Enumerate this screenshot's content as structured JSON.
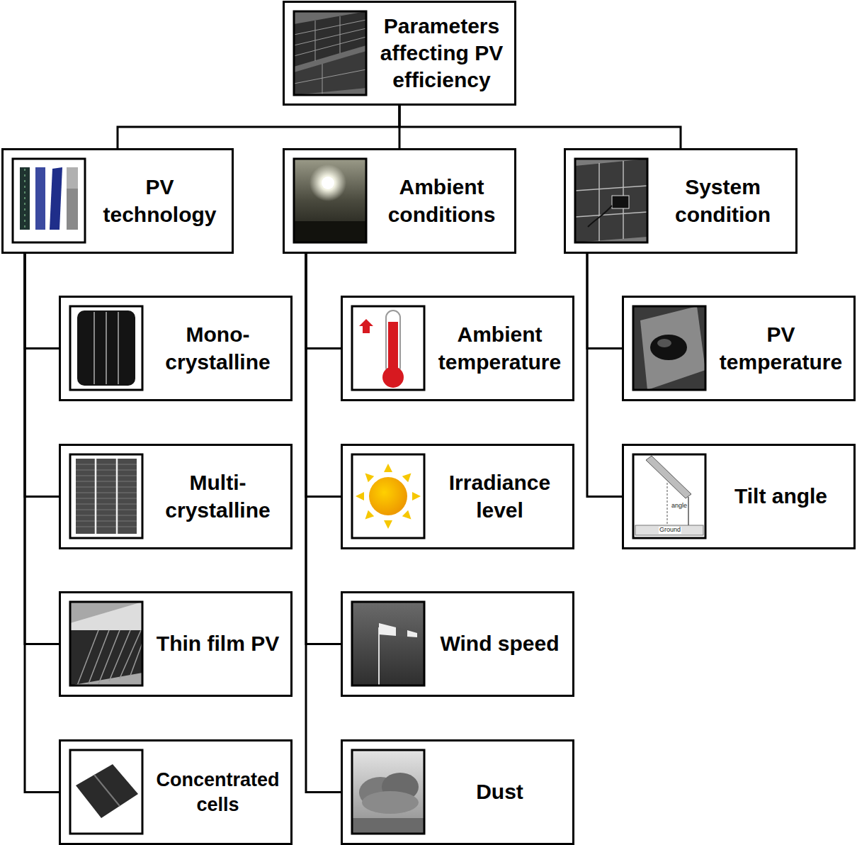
{
  "diagram": {
    "nodes": [
      {
        "text": [
          "Parameters affecting PV efficiency"
        ]
      },
      {
        "text": [
          "PV technology"
        ]
      },
      {
        "text": [
          "Ambient conditions"
        ]
      },
      {
        "text": [
          "System condition"
        ]
      },
      {
        "text": [
          "Mono- crystalline"
        ]
      },
      {
        "text": [
          "Multi- crystalline"
        ]
      },
      {
        "text": [
          "Thin film PV"
        ]
      },
      {
        "text": [
          "Concentrated cells"
        ]
      },
      {
        "text": [
          "Ambient temperature"
        ]
      },
      {
        "text": [
          "Irradiance level"
        ]
      },
      {
        "text": [
          "Wind speed"
        ]
      },
      {
        "text": [
          "Dust"
        ]
      },
      {
        "text": [
          "PV temperature"
        ]
      },
      {
        "text": [
          "Tilt angle"
        ]
      }
    ],
    "edges": [
      {
        "from": 0,
        "to": 1,
        "arrow": "none"
      },
      {
        "from": 0,
        "to": 2,
        "arrow": "none"
      },
      {
        "from": 0,
        "to": 3,
        "arrow": "none"
      },
      {
        "from": 1,
        "to": 4,
        "arrow": "none"
      },
      {
        "from": 1,
        "to": 5,
        "arrow": "none"
      },
      {
        "from": 1,
        "to": 6,
        "arrow": "none"
      },
      {
        "from": 1,
        "to": 7,
        "arrow": "none"
      },
      {
        "from": 2,
        "to": 8,
        "arrow": "none"
      },
      {
        "from": 2,
        "to": 9,
        "arrow": "none"
      },
      {
        "from": 2,
        "to": 10,
        "arrow": "none"
      },
      {
        "from": 2,
        "to": 11,
        "arrow": "none"
      },
      {
        "from": 3,
        "to": 12,
        "arrow": "none"
      },
      {
        "from": 3,
        "to": 13,
        "arrow": "none"
      }
    ],
    "labels": [
      "angle",
      "Ground"
    ]
  }
}
